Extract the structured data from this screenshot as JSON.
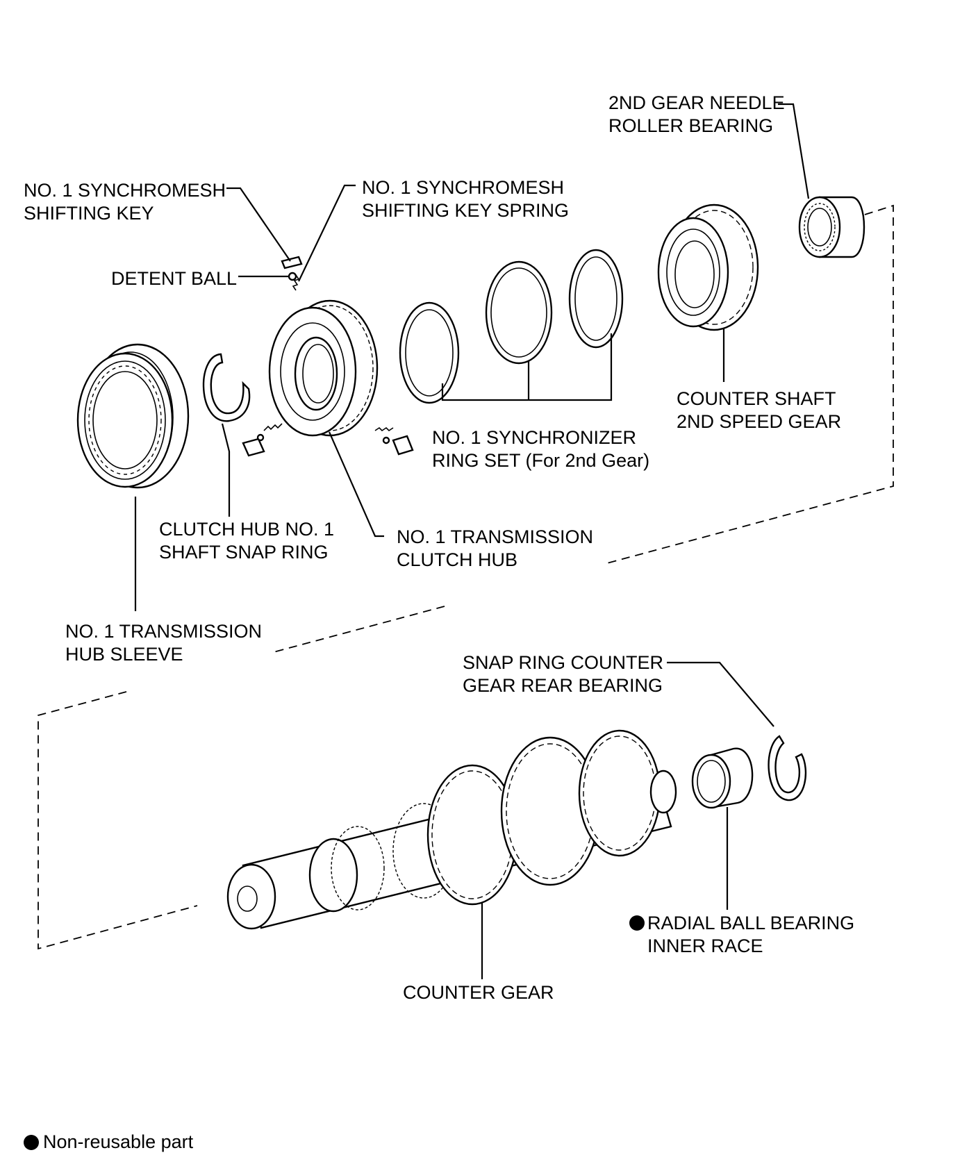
{
  "labels": {
    "needle_bearing": [
      "2ND GEAR NEEDLE",
      "ROLLER BEARING"
    ],
    "shifting_key": [
      "NO. 1 SYNCHROMESH",
      "SHIFTING KEY"
    ],
    "key_spring": [
      "NO. 1 SYNCHROMESH",
      "SHIFTING KEY SPRING"
    ],
    "detent_ball": [
      "DETENT BALL"
    ],
    "counter_shaft_2nd_gear": [
      "COUNTER SHAFT",
      "2ND SPEED GEAR"
    ],
    "synchronizer_ring_set": [
      "NO. 1 SYNCHRONIZER",
      "RING SET (For 2nd Gear)"
    ],
    "snap_ring_clutch_hub": [
      "CLUTCH HUB NO. 1",
      "SHAFT SNAP RING"
    ],
    "clutch_hub": [
      "NO. 1 TRANSMISSION",
      "CLUTCH HUB"
    ],
    "hub_sleeve": [
      "NO. 1 TRANSMISSION",
      "HUB SLEEVE"
    ],
    "snap_ring_rear_bearing": [
      "SNAP RING COUNTER",
      "GEAR REAR BEARING"
    ],
    "inner_race": [
      "RADIAL BALL BEARING",
      "INNER RACE"
    ],
    "counter_gear": [
      "COUNTER GEAR"
    ]
  },
  "legend": {
    "text": "Non-reusable part",
    "marker_color": "#000000"
  },
  "non_reusable_marked": [
    "inner_race"
  ],
  "icons": {
    "non_reusable_marker": "filled-circle"
  }
}
